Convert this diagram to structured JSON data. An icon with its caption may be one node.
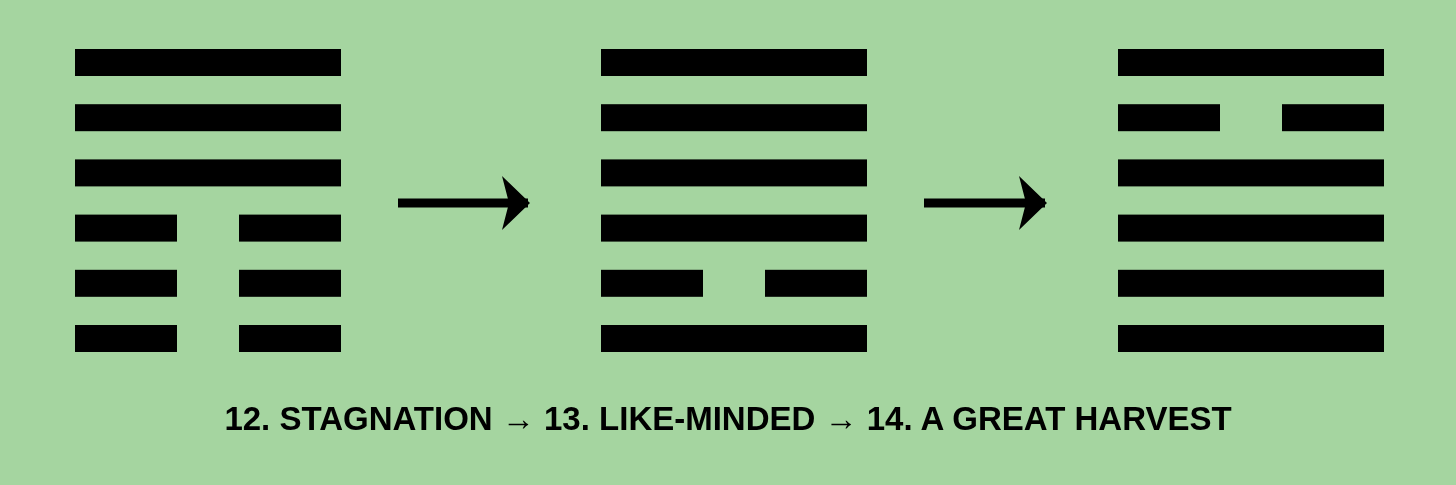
{
  "diagram": {
    "caption": "12. STAGNATION → 13. LIKE-MINDED → 14. A GREAT HARVEST",
    "nodes": [
      {
        "text": [],
        "shape": "picture"
      },
      {
        "text": [],
        "shape": "picture"
      },
      {
        "text": [],
        "shape": "picture"
      }
    ],
    "edges": [
      {
        "from": 0,
        "to": 1,
        "arrow": "to"
      },
      {
        "from": 1,
        "to": 2,
        "arrow": "to"
      }
    ]
  }
}
